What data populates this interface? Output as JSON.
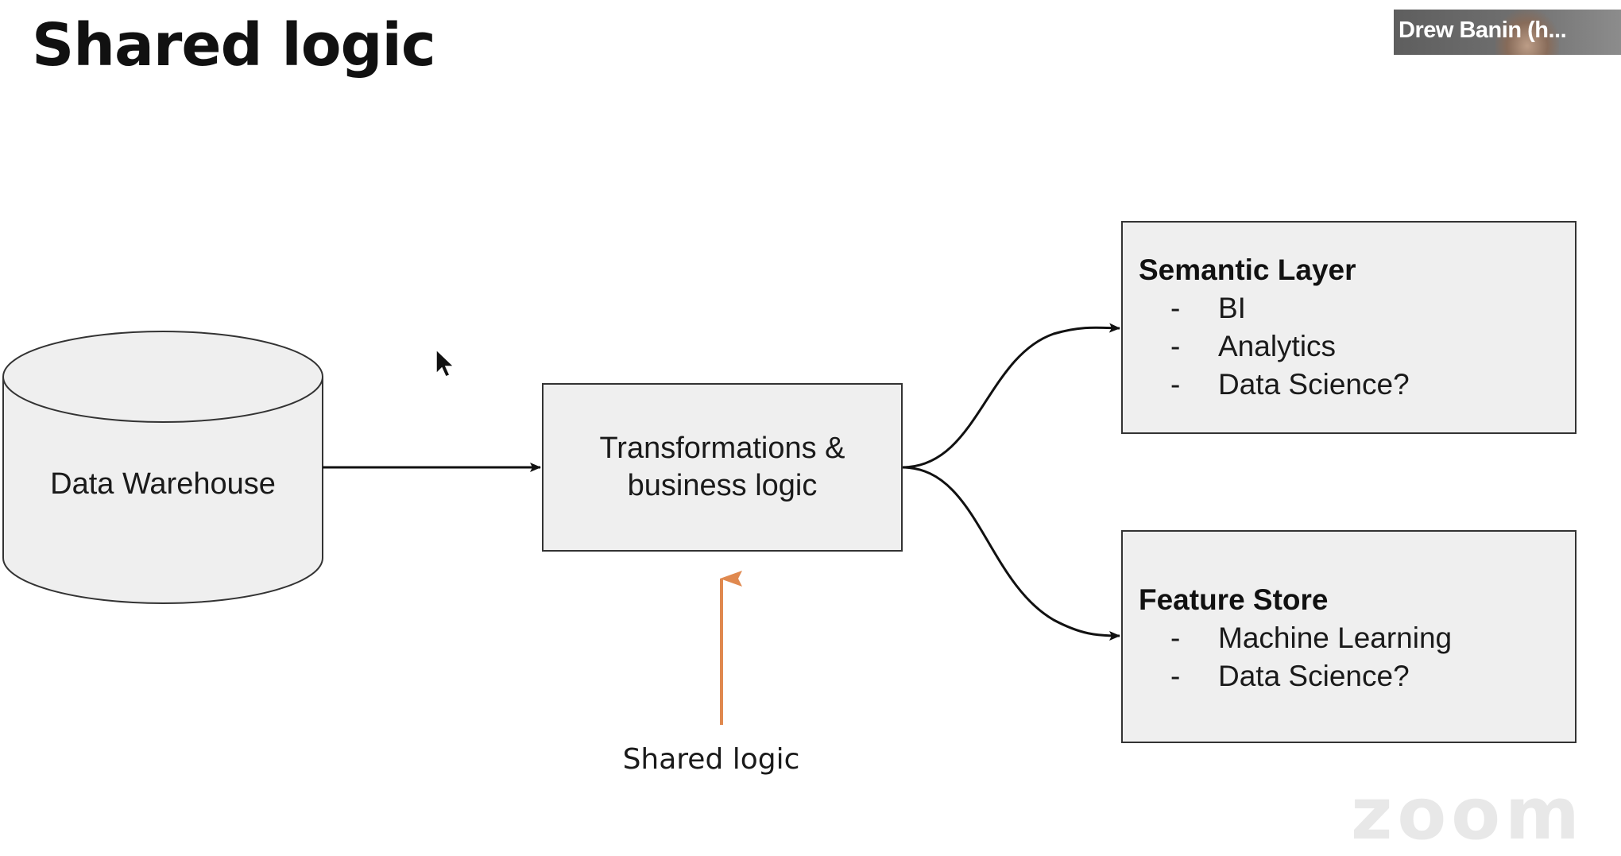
{
  "slide": {
    "title": "Shared logic"
  },
  "video_tile": {
    "participant_name": "Drew Banin (h..."
  },
  "diagram": {
    "data_warehouse": "Data Warehouse",
    "transform_box": {
      "line1": "Transformations &",
      "line2": "business logic"
    },
    "shared_logic_label": "Shared logic",
    "semantic_layer": {
      "heading": "Semantic Layer",
      "items": [
        "BI",
        "Analytics",
        "Data Science?"
      ]
    },
    "feature_store": {
      "heading": "Feature Store",
      "items": [
        "Machine Learning",
        "Data Science?"
      ]
    },
    "bullet_symbol": "-"
  },
  "watermark": "zoom",
  "colors": {
    "box_fill": "#efefef",
    "stroke": "#111111",
    "orange_arrow": "#e0894f"
  },
  "icons": {
    "cursor": "mouse-pointer-icon"
  }
}
